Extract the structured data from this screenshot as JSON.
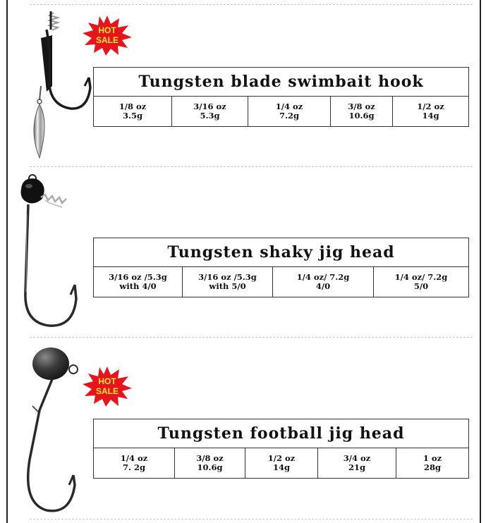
{
  "badge_text": [
    "HOT",
    "SALE"
  ],
  "colors": {
    "badge_red": "#e8141c",
    "badge_text": "#ffe83a",
    "border": "#333333"
  },
  "products": [
    {
      "title": "Tungsten blade swimbait hook",
      "image_icon": "blade-swimbait-hook-icon",
      "hot_sale": true,
      "specs": [
        {
          "oz": "1/8 oz",
          "g": "3.5g"
        },
        {
          "oz": "3/16 oz",
          "g": "5.3g"
        },
        {
          "oz": "1/4 oz",
          "g": "7.2g"
        },
        {
          "oz": "3/8 oz",
          "g": "10.6g"
        },
        {
          "oz": "1/2 oz",
          "g": "14g"
        }
      ]
    },
    {
      "title": "Tungsten shaky jig head",
      "image_icon": "shaky-jig-head-icon",
      "hot_sale": false,
      "specs": [
        {
          "oz": "3/16 oz /5.3g",
          "g": "with 4/0"
        },
        {
          "oz": "3/16 oz /5.3g",
          "g": "with 5/0"
        },
        {
          "oz": "1/4 oz/ 7.2g",
          "g": "4/0"
        },
        {
          "oz": "1/4 oz/ 7.2g",
          "g": "5/0"
        }
      ]
    },
    {
      "title": "Tungsten football jig head",
      "image_icon": "football-jig-head-icon",
      "hot_sale": true,
      "specs": [
        {
          "oz": "1/4 oz",
          "g": "7. 2g"
        },
        {
          "oz": "3/8 oz",
          "g": "10.6g"
        },
        {
          "oz": "1/2 oz",
          "g": "14g"
        },
        {
          "oz": "3/4 oz",
          "g": "21g"
        },
        {
          "oz": "1 oz",
          "g": "28g"
        }
      ]
    }
  ]
}
